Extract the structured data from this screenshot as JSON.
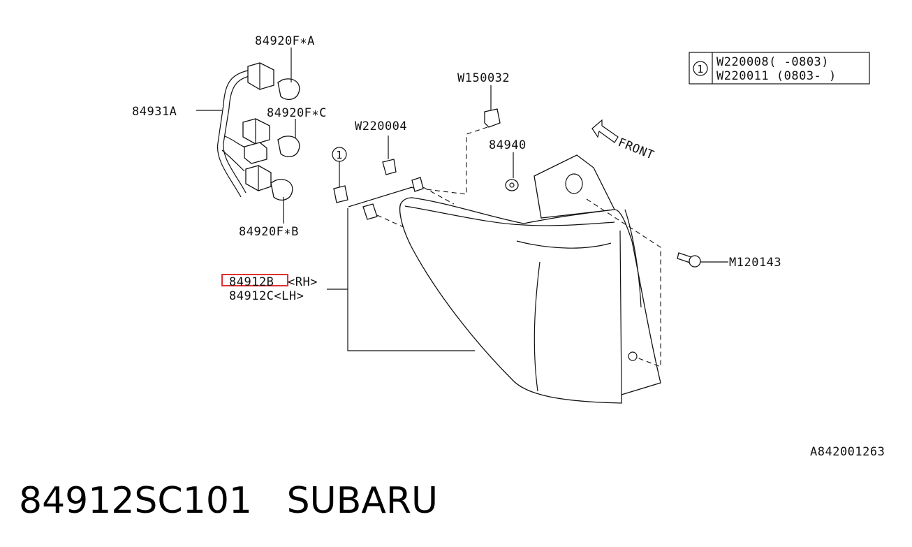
{
  "diagram": {
    "labels": {
      "bulb_a": "84920F∗A",
      "harness": "84931A",
      "bulb_c": "84920F∗C",
      "bulb_b": "84920F∗B",
      "nut_top": "W150032",
      "clip": "W220004",
      "washer": "84940",
      "bolt": "M120143",
      "lamp_rh": "84912B",
      "lamp_rh_side": "<RH>",
      "lamp_lh": "84912C<LH>",
      "front": "FRONT",
      "callout_marker": "1",
      "figure_code": "A842001263"
    },
    "legend": {
      "marker": "1",
      "row1": "W220008( -0803)",
      "row2": "W220011 (0803- )"
    },
    "highlight_color": "#e03030"
  },
  "footer": {
    "part_number": "84912SC101",
    "brand": "SUBARU"
  }
}
